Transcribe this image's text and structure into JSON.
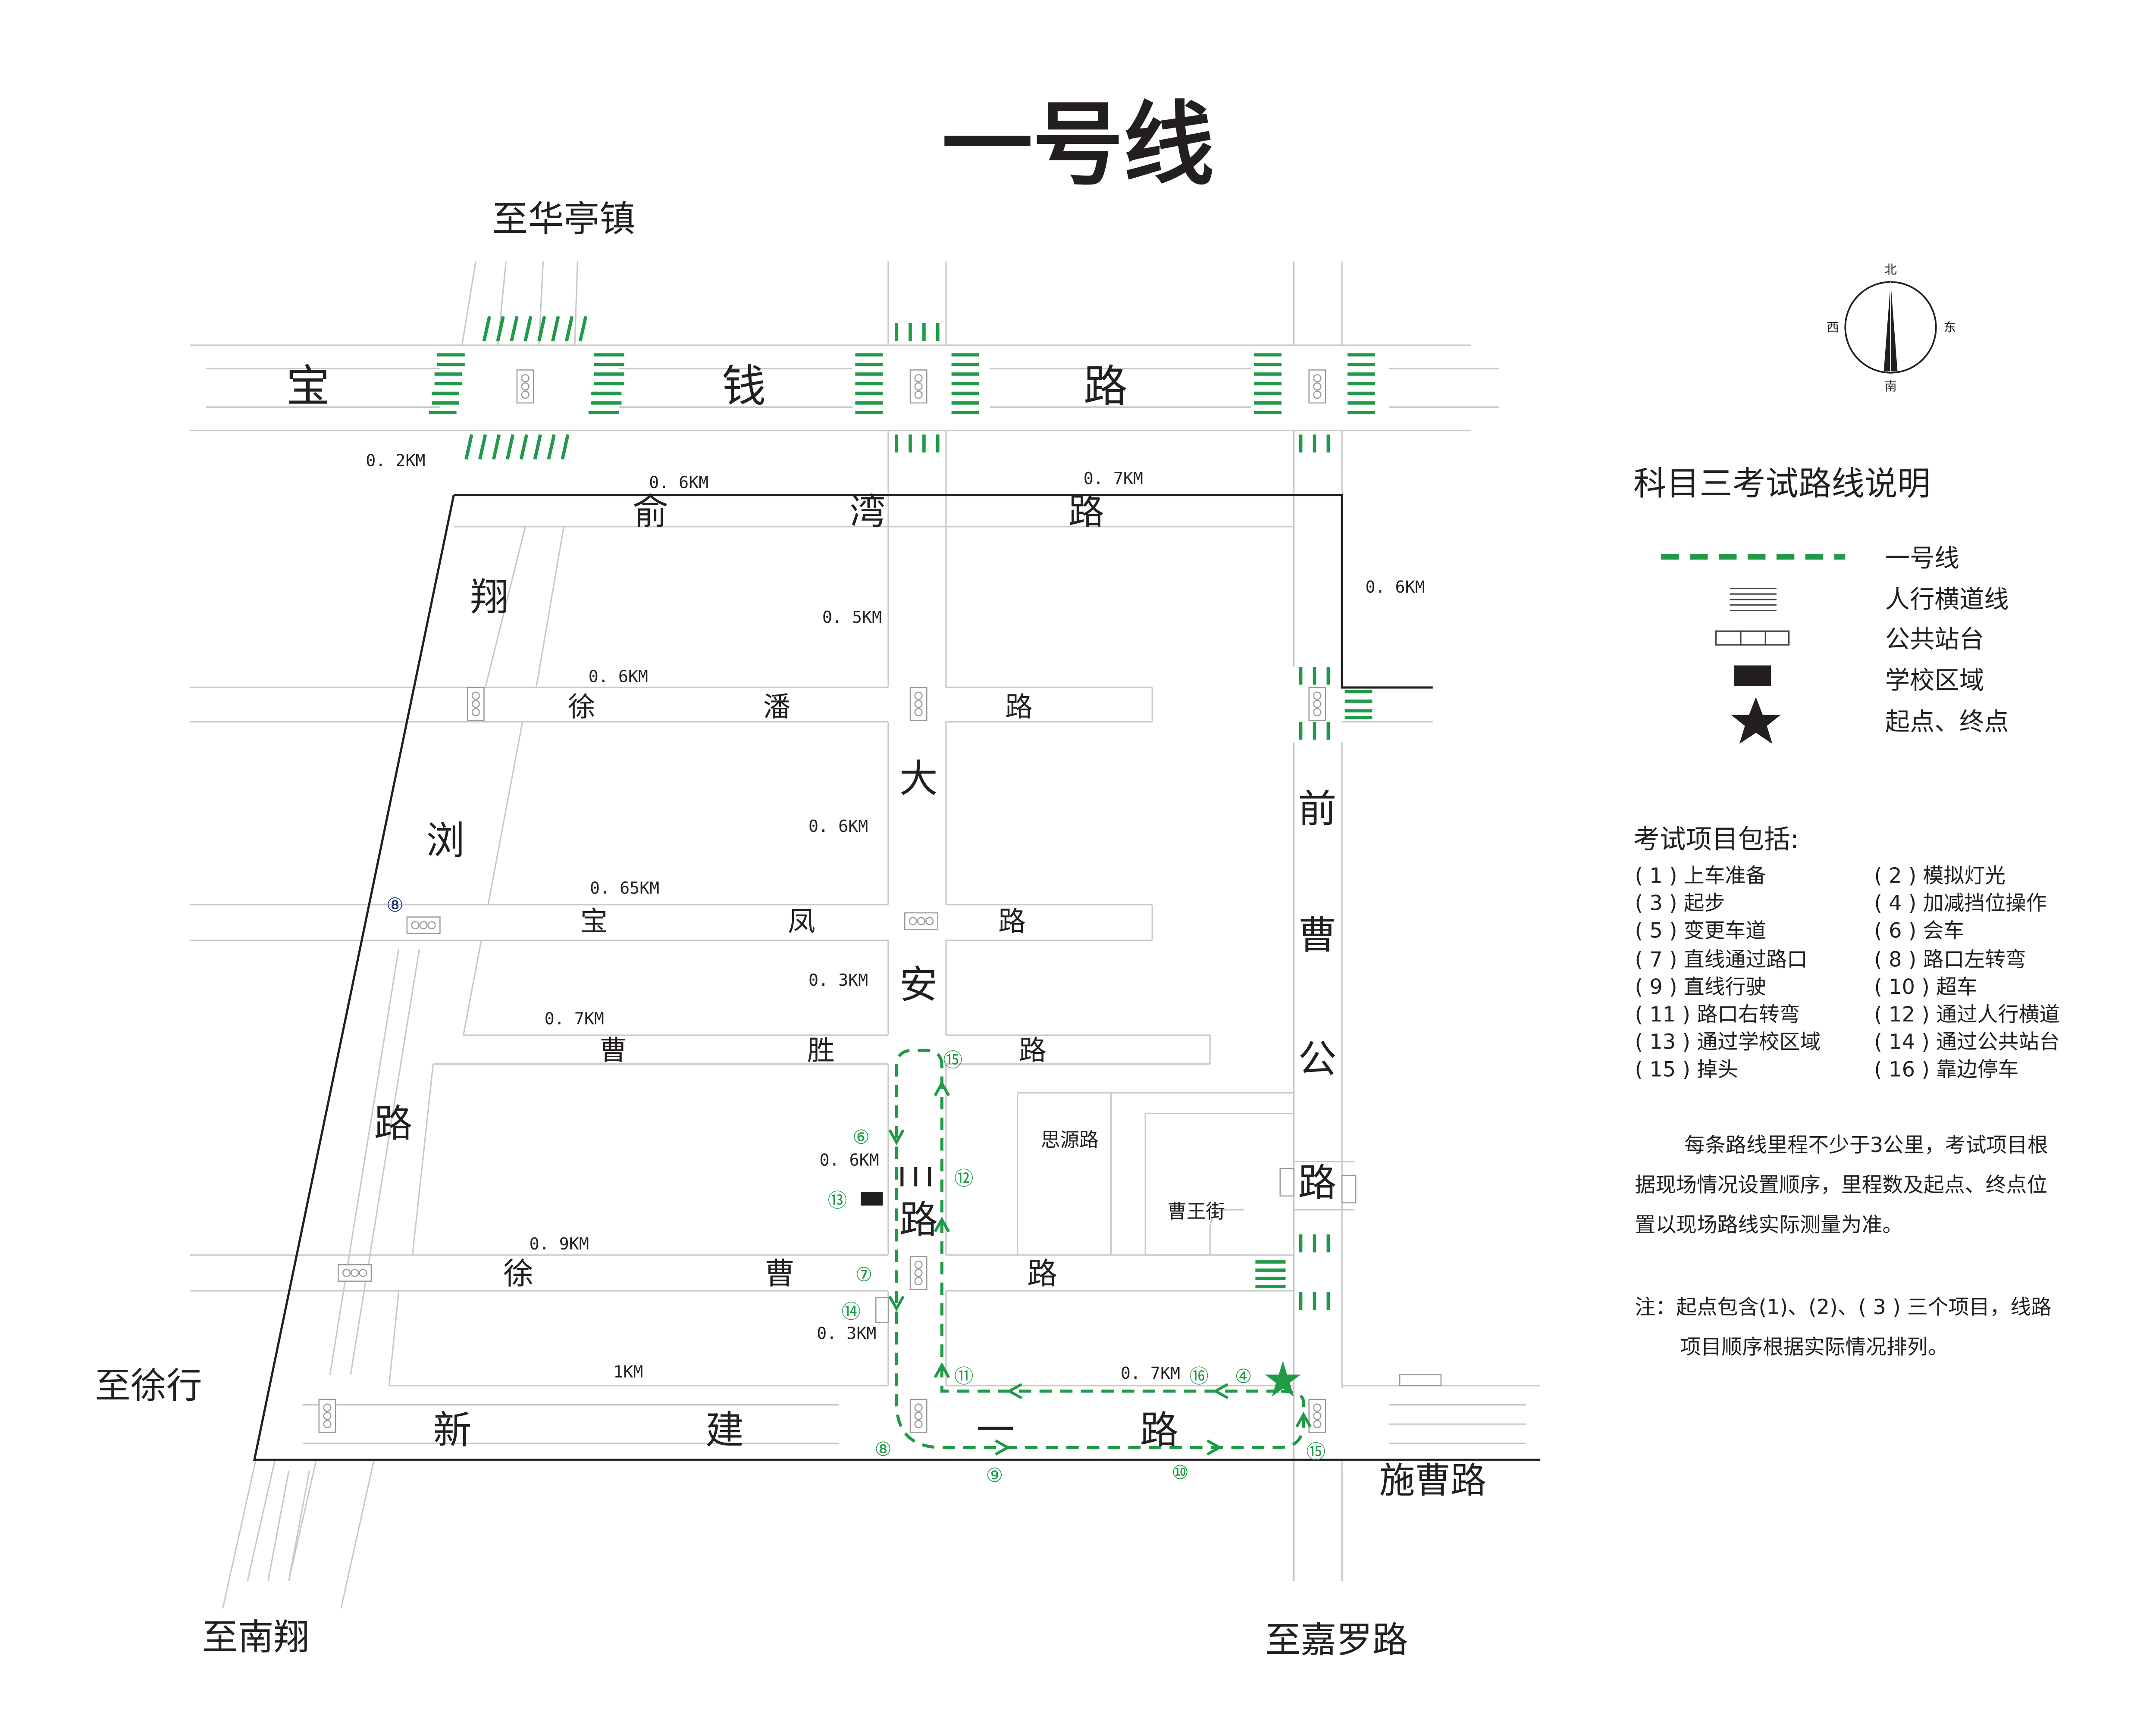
{
  "title": "一号线",
  "destinations": {
    "north": "至华亭镇",
    "west": "至徐行",
    "south_west": "至南翔",
    "south": "至嘉罗路",
    "south_east": "施曹路"
  },
  "compass": {
    "north": "北",
    "south": "南",
    "east": "东",
    "west": "西"
  },
  "road_names": {
    "baoqian": [
      "宝",
      "钱",
      "路"
    ],
    "yuwan": [
      "俞",
      "湾",
      "路"
    ],
    "xupan": [
      "徐",
      "潘",
      "路"
    ],
    "baofeng": [
      "宝",
      "凤",
      "路"
    ],
    "caosheng": [
      "曹",
      "胜",
      "路"
    ],
    "xucao": [
      "徐",
      "曹",
      "路"
    ],
    "xinjianyi": [
      "新",
      "建",
      "一",
      "路"
    ],
    "xiangliu": [
      "翔",
      "浏",
      "路"
    ],
    "daan": [
      "大",
      "安",
      "路"
    ],
    "qiancao": [
      "前",
      "曹",
      "公",
      "路"
    ],
    "siyuan": "思源路",
    "caowang": "曹王街"
  },
  "distances": {
    "d_02_w": "0. 2KM",
    "d_06_yuwan_w": "0. 6KM",
    "d_07_yuwan_e": "0. 7KM",
    "d_06_ne": "0. 6KM",
    "d_05_daan": "0. 5KM",
    "d_06_xupan": "0. 6KM",
    "d_06_daan2": "0. 6KM",
    "d_065_baofeng": "0. 65KM",
    "d_03_daan": "0. 3KM",
    "d_07_caosheng": "0. 7KM",
    "d_06_daan3": "0. 6KM",
    "d_09_xucao": "0. 9KM",
    "d_03_daan4": "0. 3KM",
    "d_1_xinjian": "1KM",
    "d_07_xinjian_e": "0. 7KM"
  },
  "route_markers": {
    "m4": "④",
    "m6": "⑥",
    "m7": "⑦",
    "m8a": "⑧",
    "m8b": "⑧",
    "m9": "⑨",
    "m10": "⑩",
    "m11": "⑪",
    "m12": "⑫",
    "m13": "⑬",
    "m14": "⑭",
    "m15a": "⑮",
    "m15b": "⑮"
  },
  "legend": {
    "title": "科目三考试路线说明",
    "items": [
      {
        "icon": "dashed-green-line-icon",
        "label": "一号线"
      },
      {
        "icon": "crosswalk-icon",
        "label": "人行横道线"
      },
      {
        "icon": "bus-stop-icon",
        "label": "公共站台"
      },
      {
        "icon": "school-zone-icon",
        "label": "学校区域"
      },
      {
        "icon": "star-icon",
        "label": "起点、终点"
      }
    ]
  },
  "exam_items": {
    "title": "考试项目包括:",
    "left": [
      "( 1 ) 上车准备",
      "( 3 ) 起步",
      "( 5 ) 变更车道",
      "( 7 ) 直线通过路口",
      "( 9 ) 直线行驶",
      "( 11 ) 路口右转弯",
      "( 13 ) 通过学校区域",
      "( 15 ) 掉头"
    ],
    "right": [
      "( 2 ) 模拟灯光",
      "( 4 ) 加减挡位操作",
      "( 6 ) 会车",
      "( 8 ) 路口左转弯",
      "( 10 ) 超车",
      "( 12 ) 通过人行横道",
      "( 14 ) 通过公共站台",
      "( 16 ) 靠边停车"
    ]
  },
  "notes": {
    "para": [
      "每条路线里程不少于3公里，考试项目根",
      "据现场情况设置顺序，里程数及起点、终点位",
      "置以现场路线实际测量为准。"
    ],
    "note": [
      "注：起点包含(1)、(2)、( 3 ) 三个项目，线路",
      "项目顺序根据实际情况排列。"
    ]
  },
  "colors": {
    "route": "#1f9a47",
    "road_edge": "#c8c8c8",
    "boundary": "#231f20",
    "crosswalk": "#1f9a47",
    "text": "#231f20"
  }
}
